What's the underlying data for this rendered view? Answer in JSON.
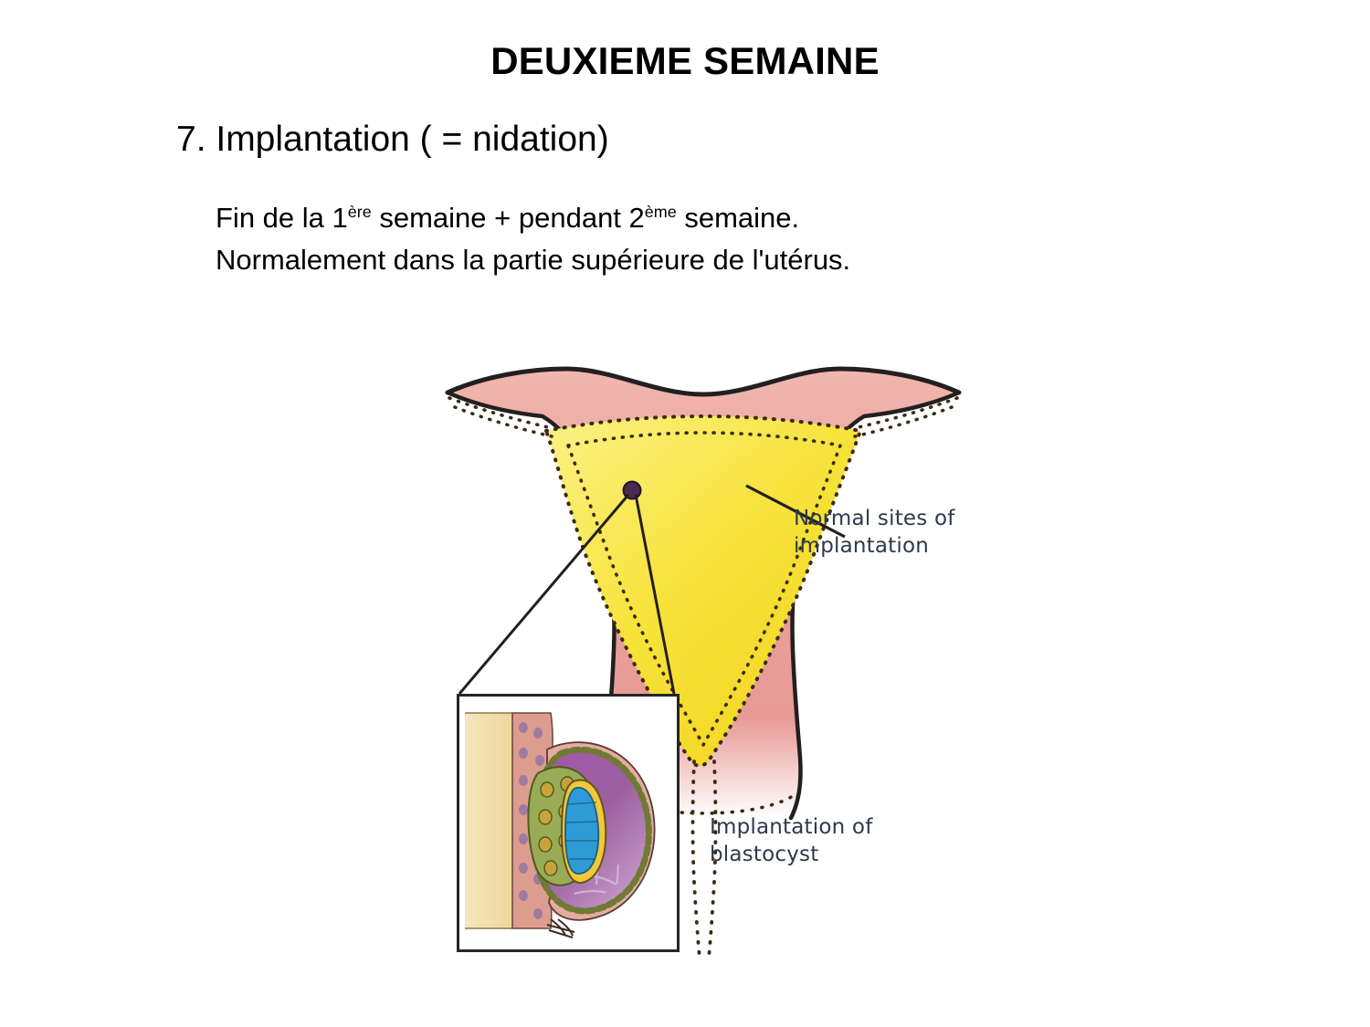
{
  "slide": {
    "title": "DEUXIEME SEMAINE",
    "section_heading": "7. Implantation ( = nidation)",
    "body": {
      "line1_part1": "Fin de la 1",
      "line1_sup1": "ère",
      "line1_part2": " semaine + pendant 2",
      "line1_sup2": "ème",
      "line1_part3": " semaine.",
      "line2": "Normalement dans la partie supérieure de l'utérus."
    },
    "background_color": "#ffffff",
    "text_color": "#000000"
  },
  "figure": {
    "labels": {
      "normal_sites_line1": "Normal sites of",
      "normal_sites_line2": "implantation",
      "implantation_line1": "Implantation of",
      "implantation_line2": "blastocyst"
    },
    "label_color": "#2d3a4a",
    "colors": {
      "myometrium_pink": "#e9a0a0",
      "myometrium_pink_light": "#f0b4ae",
      "endometrium_yellow": "#f6e03a",
      "endometrium_yellow_light": "#faec6e",
      "outline_dark": "#231f20",
      "blastocyst_dot": "#4b2a52",
      "inset_stroma_cream": "#f2dca6",
      "inset_epithelium_pink": "#dd9d8e",
      "inset_trophoblast_green": "#9aab56",
      "inset_embryo_blue": "#2e9bd6",
      "inset_embryo_yellow": "#f0c838",
      "inset_blastocyst_purple": "#9b5fa0",
      "inset_blastocyst_purple_light": "#cfa8d2",
      "inset_border": "#262626"
    }
  }
}
